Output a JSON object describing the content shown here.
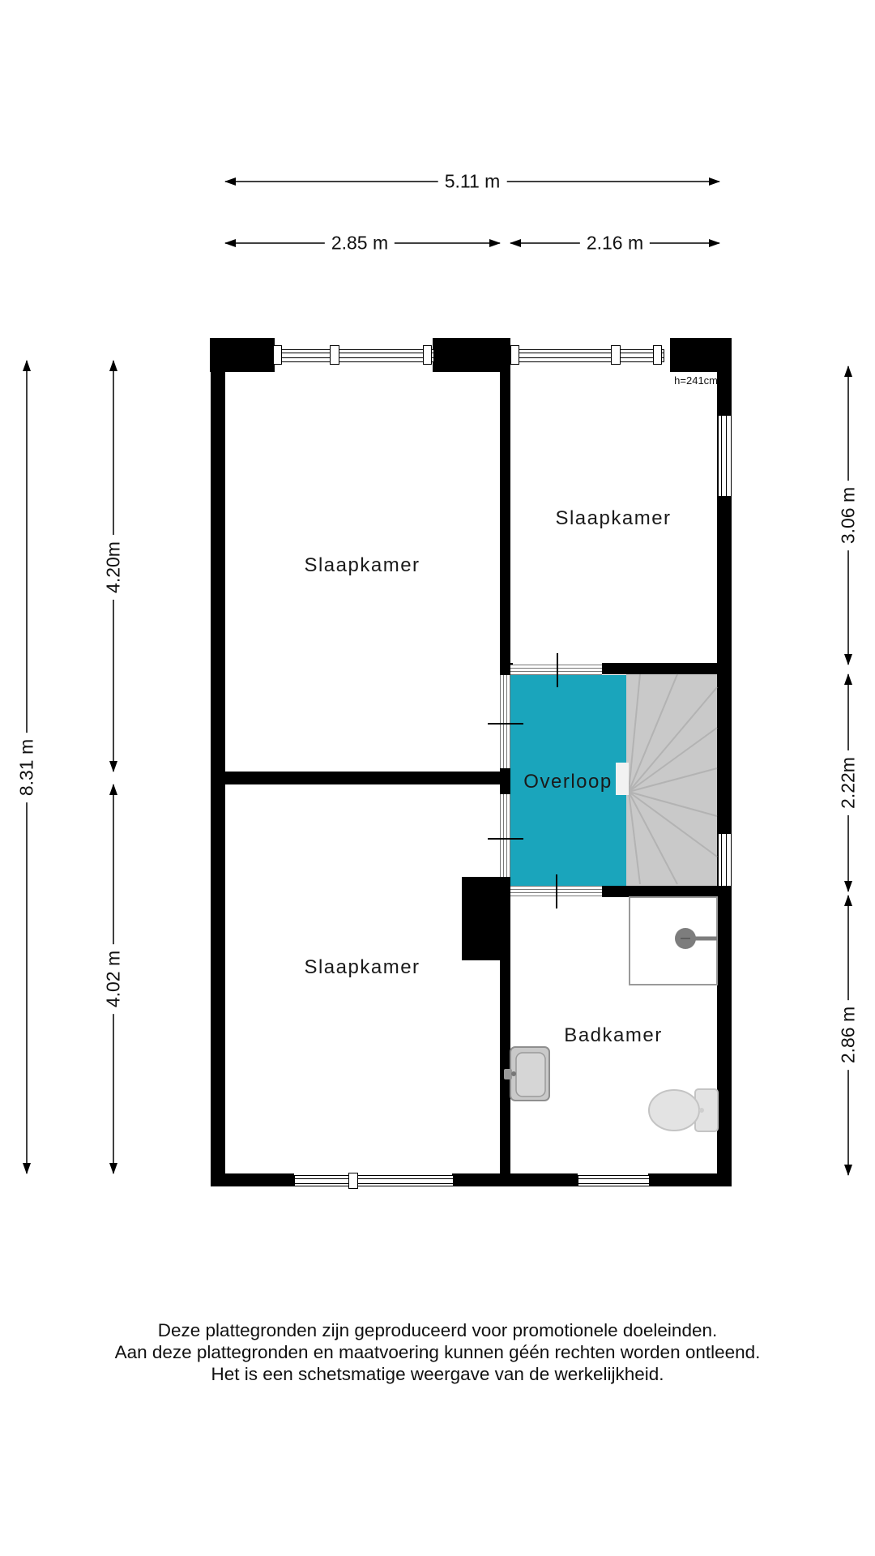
{
  "floorplan": {
    "rooms": {
      "bedroom_top_left": "Slaapkamer",
      "bedroom_top_right": "Slaapkamer",
      "bedroom_bottom_left": "Slaapkamer",
      "landing": "Overloop",
      "bathroom": "Badkamer"
    },
    "notes": {
      "ceiling_height": "h=241cm"
    },
    "dimensions": {
      "top_total": "5.11 m",
      "top_left": "2.85 m",
      "top_right": "2.16 m",
      "left_total": "8.31 m",
      "left_upper": "4.20m",
      "left_lower": "4.02 m",
      "right_upper": "3.06 m",
      "right_middle": "2.22m",
      "right_lower": "2.86 m"
    },
    "colors": {
      "wall": "#000000",
      "landing_fill": "#1aa5bc",
      "stairs_fill": "#c9c9c9",
      "fixture_gray": "#7d7d7d"
    },
    "footer": {
      "line1": "Deze plattegronden zijn geproduceerd voor promotionele doeleinden.",
      "line2": "Aan deze plattegronden en maatvoering kunnen géén rechten worden ontleend.",
      "line3": "Het is een schetsmatige weergave van de werkelijkheid."
    }
  }
}
